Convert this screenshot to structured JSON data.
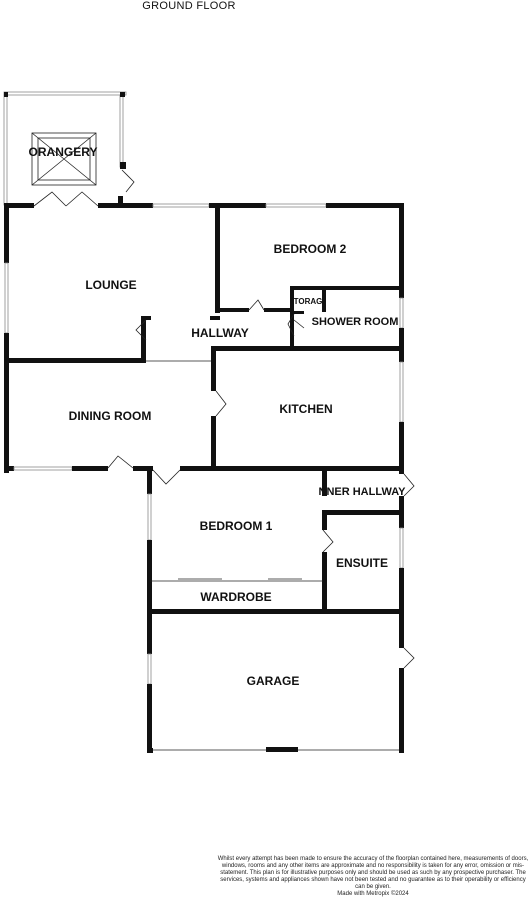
{
  "floor_title": "GROUND FLOOR",
  "rooms": {
    "orangery": "ORANGERY",
    "lounge": "LOUNGE",
    "bedroom2": "BEDROOM 2",
    "storage": "TORAG",
    "shower_room": "SHOWER ROOM",
    "hallway": "HALLWAY",
    "dining_room": "DINING ROOM",
    "kitchen": "KITCHEN",
    "inner_hallway": "NNER HALLWAY",
    "bedroom1": "BEDROOM 1",
    "ensuite": "ENSUITE",
    "wardrobe": "WARDROBE",
    "garage": "GARAGE"
  },
  "disclaimer": "Whilst every attempt has been made to ensure the accuracy of the floorplan contained here, measurements of doors, windows, rooms and any other items are approximate and no responsibility is taken for any error, omission or mis-statement. This plan is for illustrative purposes only and should be used as such by any prospective purchaser. The services, systems and appliances shown have not been tested and no guarantee as to their operability or efficiency can be given.",
  "credit": "Made with Metropix ©2024"
}
